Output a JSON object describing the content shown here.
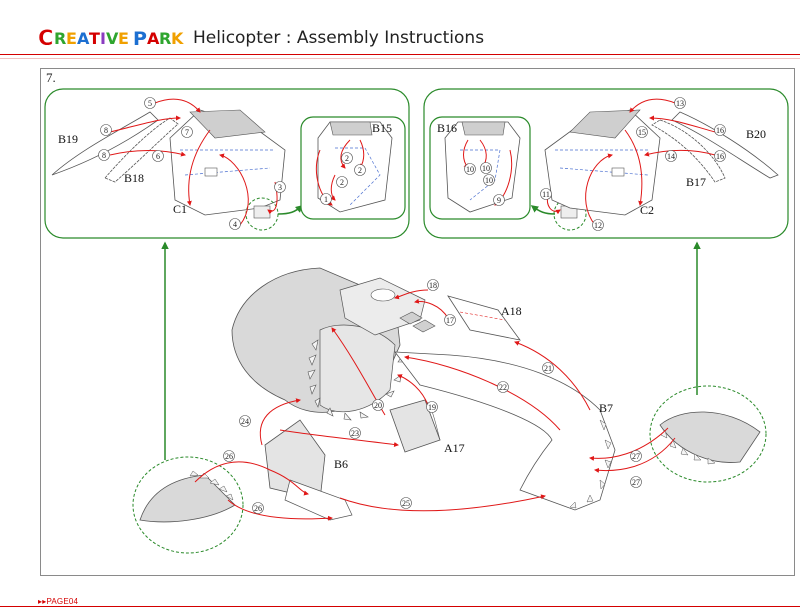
{
  "header": {
    "logo_text": "CREATIVE PARK",
    "title": "Helicopter : Assembly Instructions"
  },
  "step": {
    "number": "7."
  },
  "parts": {
    "b19": "B19",
    "b18": "B18",
    "c1": "C1",
    "b15": "B15",
    "b16": "B16",
    "b20": "B20",
    "b17": "B17",
    "c2": "C2",
    "a18": "A18",
    "b7": "B7",
    "a17": "A17",
    "b6": "B6"
  },
  "connectors": {
    "left_panel": [
      "5",
      "7",
      "8",
      "8",
      "6",
      "3",
      "4"
    ],
    "b15_detail": [
      "2",
      "2",
      "2",
      "1"
    ],
    "right_panel": [
      "13",
      "15",
      "16",
      "16",
      "14",
      "11",
      "12"
    ],
    "b16_detail": [
      "10",
      "10",
      "10",
      "9"
    ],
    "main": [
      "18",
      "17",
      "21",
      "22",
      "19",
      "20",
      "23",
      "24",
      "26",
      "26",
      "25",
      "27",
      "27"
    ]
  },
  "footer": {
    "page": "PAGE04"
  },
  "colors": {
    "brand_red": "#d40000",
    "arrow_red": "#e01818",
    "callout_green": "#2a8a2a",
    "part_gray": "#d9d9d9"
  }
}
